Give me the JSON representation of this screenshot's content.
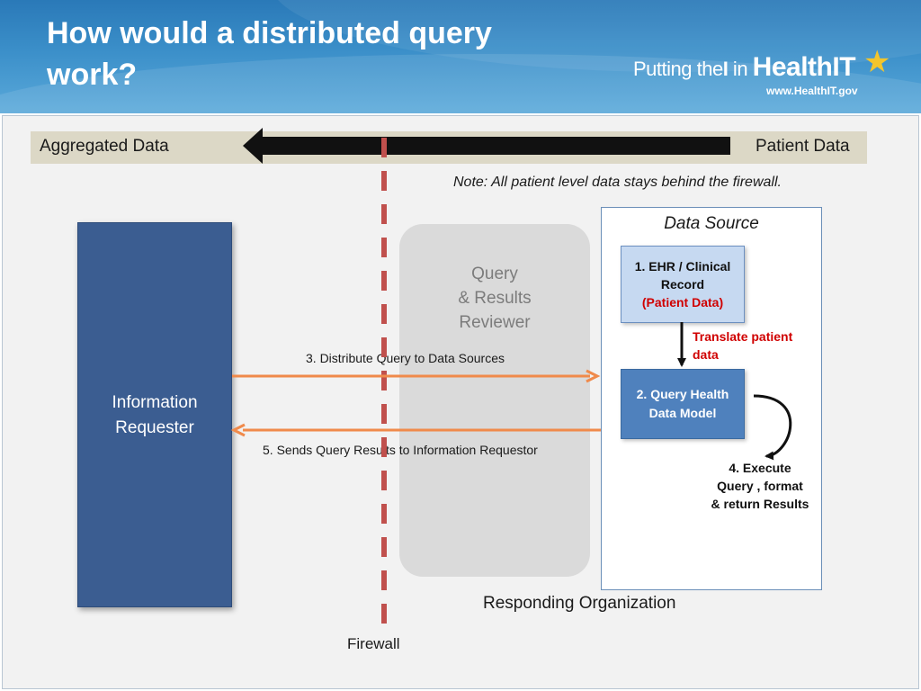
{
  "header": {
    "title": "How would a distributed query work?",
    "logo": {
      "part1": "Putting the",
      "part2": "I",
      "part3": " in ",
      "part4": "Health",
      "part5": "IT",
      "url": "www.HealthIT.gov"
    }
  },
  "band": {
    "left_label": "Aggregated Data",
    "right_label": "Patient Data"
  },
  "note": "Note:  All patient level data stays behind the firewall.",
  "requester": {
    "line1": "Information",
    "line2": "Requester"
  },
  "reviewer": {
    "line1": "Query",
    "line2": "& Results",
    "line3": "Reviewer"
  },
  "data_source": {
    "title": "Data Source",
    "ehr": {
      "line1": "1. EHR / Clinical",
      "line2": "Record",
      "line3": "(Patient Data)"
    },
    "translate": {
      "line1": "Translate patient",
      "line2": "data"
    },
    "qhdm": {
      "line1": "2. Query Health",
      "line2": "Data Model"
    },
    "execute": {
      "line1": "4. Execute",
      "line2": "Query , format",
      "line3": "& return Results"
    }
  },
  "flows": {
    "distribute": "3. Distribute Query to Data Sources",
    "sends": "5. Sends Query Results  to Information Requestor"
  },
  "responding_org": "Responding Organization",
  "firewall": "Firewall",
  "colors": {
    "header_blue": "#2a79b8",
    "requester_blue": "#3b5d91",
    "query_model_blue": "#4f81bd",
    "ehr_light_blue": "#c6d9f1",
    "firewall_red": "#c0504d",
    "flow_orange": "#f08a4b",
    "highlight_red": "#d00000",
    "logo_star_yellow": "#f3c52c"
  }
}
